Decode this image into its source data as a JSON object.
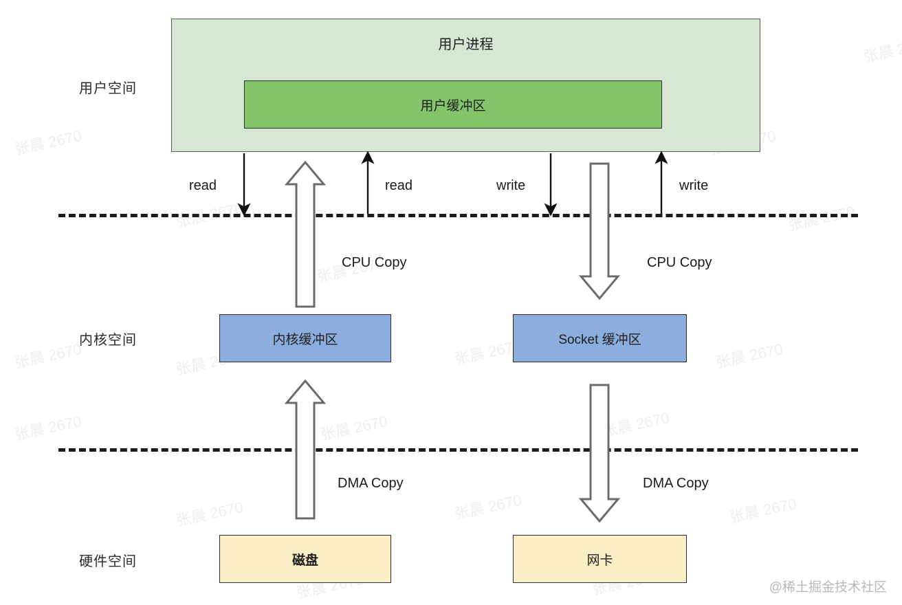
{
  "zones": [
    {
      "id": "user",
      "label": "用户空间"
    },
    {
      "id": "kernel",
      "label": "内核空间"
    },
    {
      "id": "hw",
      "label": "硬件空间"
    }
  ],
  "boxes": {
    "user_process": "用户进程",
    "user_buffer": "用户缓冲区",
    "kernel_buffer": "内核缓冲区",
    "socket_buffer": "Socket 缓冲区",
    "disk": "磁盘",
    "nic": "网卡"
  },
  "arrow_labels": {
    "read_1": "read",
    "read_2": "read",
    "write_1": "write",
    "write_2": "write",
    "cpu_copy_left": "CPU  Copy",
    "cpu_copy_right": "CPU  Copy",
    "dma_copy_left": "DMA  Copy",
    "dma_copy_right": "DMA  Copy"
  },
  "watermarks": {
    "tiles": "张晨 2670",
    "brand": "@稀土掘金技术社区"
  },
  "colors": {
    "user_process_fill": "#d7e8d2",
    "user_process_stroke": "#50624c",
    "user_buffer_fill": "#84c46a",
    "kernel_buffer_fill": "#8caede",
    "socket_buffer_fill": "#8caede",
    "hardware_fill": "#faeec4",
    "stroke": "#2b2b2b",
    "dashed_line": "#1c1c1c",
    "hollow_arrow_fill": "#ffffff",
    "hollow_arrow_stroke": "#6b6b6b"
  }
}
